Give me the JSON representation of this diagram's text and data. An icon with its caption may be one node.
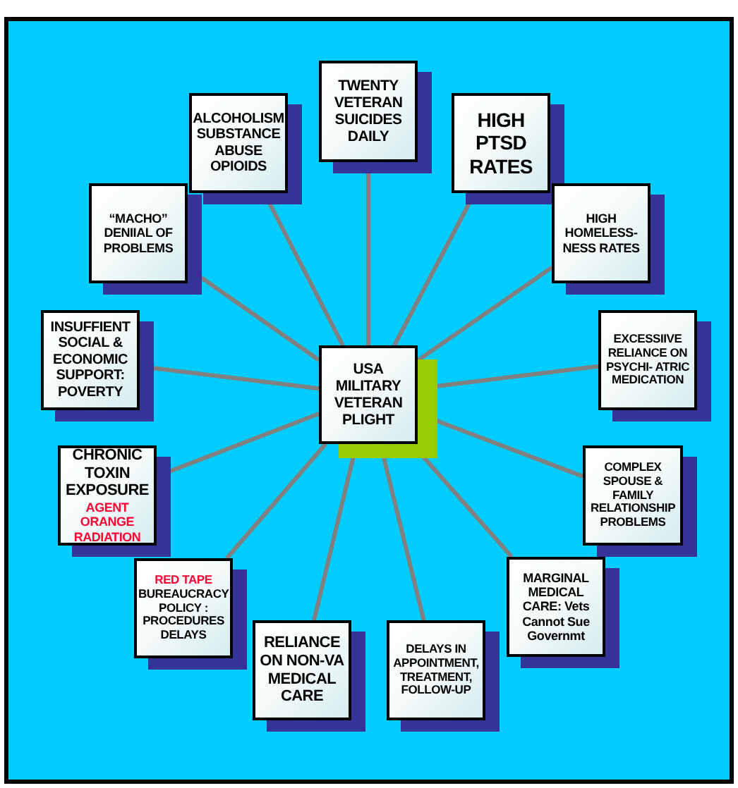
{
  "diagram": {
    "nodes": [
      {
        "text": [
          "USA MILITARY VETERAN PLIGHT"
        ]
      },
      {
        "text": [
          "TWENTY VETERAN SUICIDES DAILY"
        ]
      },
      {
        "text": [
          "HIGH PTSD RATES"
        ]
      },
      {
        "text": [
          "HIGH HOMELESS- NESS RATES"
        ]
      },
      {
        "text": [
          "EXCESSIIVE RELIANCE ON PSYCHI- ATRIC MEDICATION"
        ]
      },
      {
        "text": [
          "COMPLEX SPOUSE & FAMILY RELATIONSHIP PROBLEMS"
        ]
      },
      {
        "text": [
          "MARGINAL MEDICAL CARE: Vets Cannot Sue Governmt"
        ]
      },
      {
        "text": [
          "DELAYS IN APPOINTMENT, TREATMENT, FOLLOW-UP"
        ]
      },
      {
        "text": [
          "RELIANCE ON NON-VA MEDICAL CARE"
        ]
      },
      {
        "text": [
          "RED TAPE",
          "BUREAUCRACY POLICY : PROCEDURES DELAYS"
        ]
      },
      {
        "text": [
          "CHRONIC TOXIN EXPOSURE",
          "AGENT ORANGE RADIATION"
        ]
      },
      {
        "text": [
          "INSUFFIENT SOCIAL & ECONOMIC SUPPORT: POVERTY"
        ]
      },
      {
        "text": [
          "“MACHO” DENIIAL OF PROBLEMS"
        ]
      },
      {
        "text": [
          "ALCOHOLISM SUBSTANCE ABUSE OPIOIDS"
        ]
      }
    ],
    "edges": [
      {
        "from": 0,
        "to": 1,
        "arrow": "none"
      },
      {
        "from": 0,
        "to": 2,
        "arrow": "none"
      },
      {
        "from": 0,
        "to": 3,
        "arrow": "none"
      },
      {
        "from": 0,
        "to": 4,
        "arrow": "none"
      },
      {
        "from": 0,
        "to": 5,
        "arrow": "none"
      },
      {
        "from": 0,
        "to": 6,
        "arrow": "none"
      },
      {
        "from": 0,
        "to": 7,
        "arrow": "none"
      },
      {
        "from": 0,
        "to": 8,
        "arrow": "none"
      },
      {
        "from": 0,
        "to": 9,
        "arrow": "none"
      },
      {
        "from": 0,
        "to": 10,
        "arrow": "none"
      },
      {
        "from": 0,
        "to": 11,
        "arrow": "none"
      },
      {
        "from": 0,
        "to": 12,
        "arrow": "none"
      },
      {
        "from": 0,
        "to": 13,
        "arrow": "none"
      }
    ]
  }
}
